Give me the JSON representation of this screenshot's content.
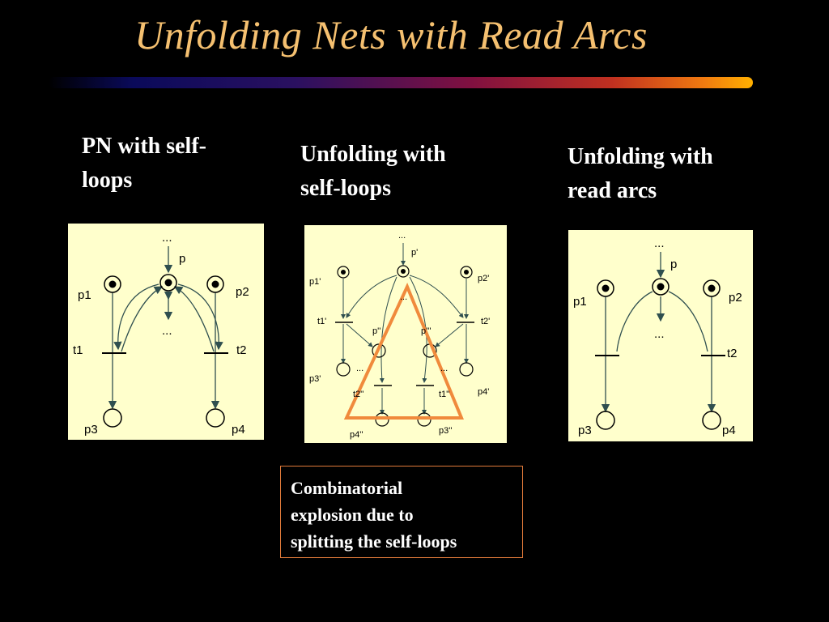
{
  "title": "Unfolding Nets with Read Arcs",
  "columns": [
    {
      "label_line1": "PN with self-",
      "label_line2": "loops"
    },
    {
      "label_line1": "Unfolding with",
      "label_line2": "self-loops"
    },
    {
      "label_line1": "Unfolding with",
      "label_line2": "read arcs"
    }
  ],
  "panel1": {
    "ellipsis": "...",
    "p": "p",
    "p1": "p1",
    "p2": "p2",
    "p3": "p3",
    "p4": "p4",
    "t1": "t1",
    "t2": "t2"
  },
  "panel2": {
    "ellipsis": "...",
    "p_prime": "p'",
    "p1_prime": "p1'",
    "p2_prime": "p2'",
    "t1_prime": "t1'",
    "t2_prime": "t2'",
    "p_dprime": "p''",
    "p_tprime": "p'''",
    "p3_prime": "p3'",
    "p4_prime": "p4'",
    "t2_dprime": "t2''",
    "t1_dprime": "t1''",
    "p4_dprime": "p4''",
    "p3_dprime": "p3''"
  },
  "panel3": {
    "ellipsis": "...",
    "p": "p",
    "p1": "p1",
    "p2": "p2",
    "p3": "p3",
    "p4": "p4",
    "t2": "t2"
  },
  "note": {
    "line1": "Combinatorial",
    "line2": "explosion due to",
    "line3": "splitting the self-loops"
  },
  "colors": {
    "title": "#f5c070",
    "panel_bg": "#ffffcc",
    "arc": "#2f4f4f",
    "triangle": "#f08a3c",
    "note_border": "#e07a3a"
  }
}
